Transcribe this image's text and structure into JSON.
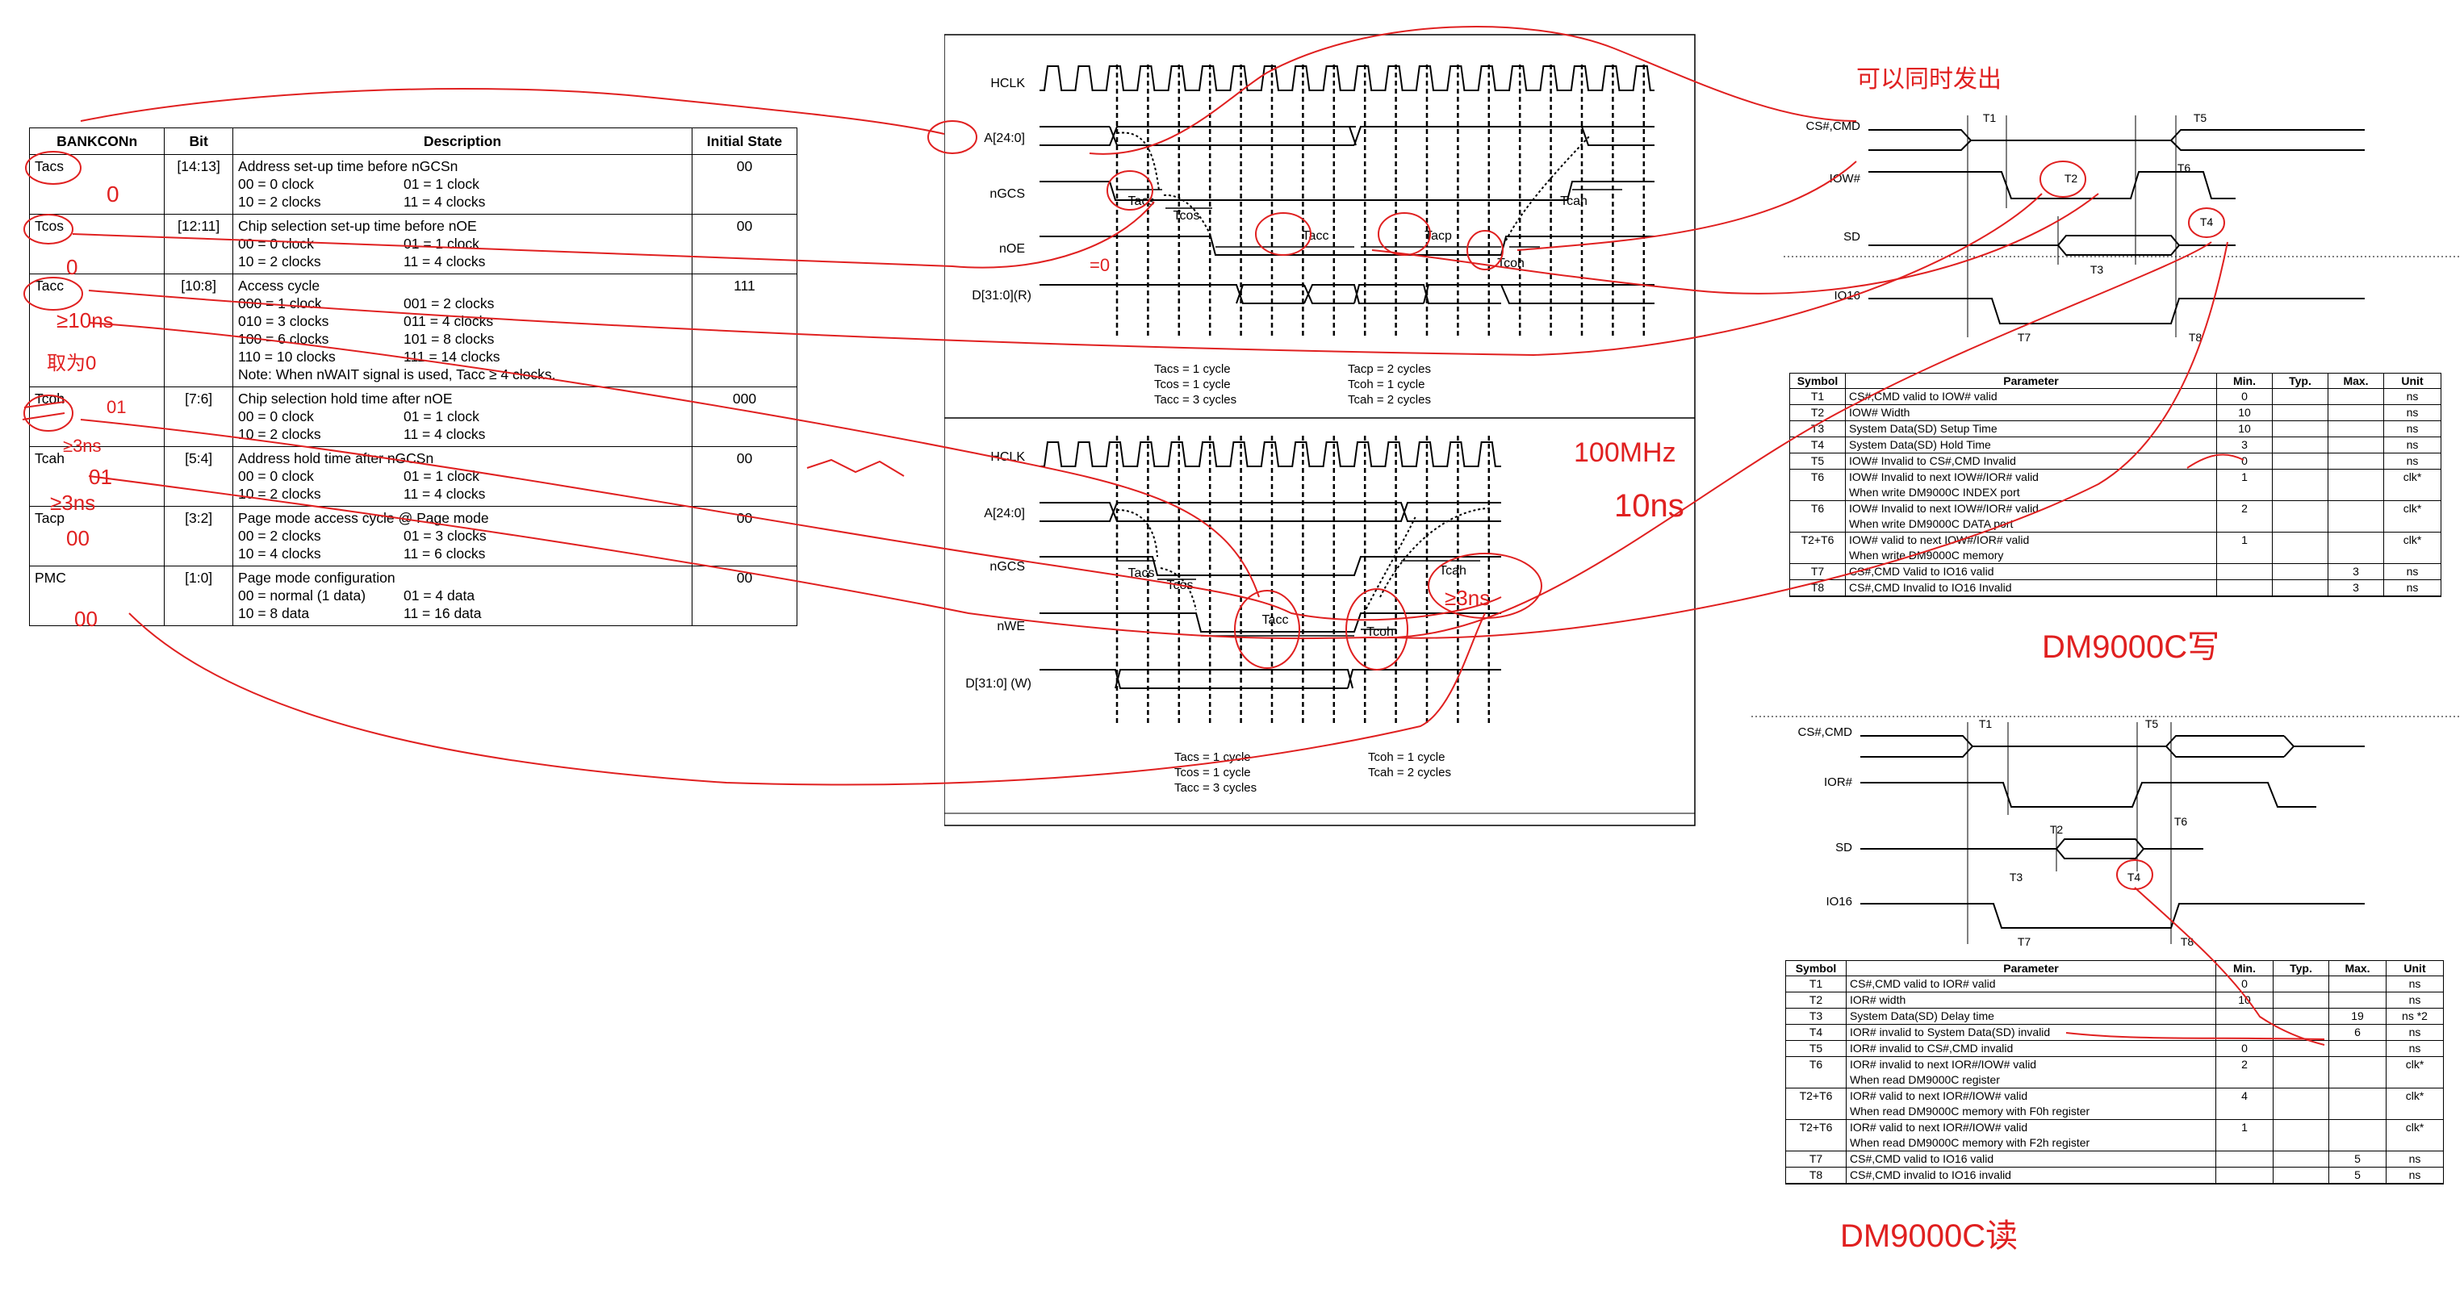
{
  "bankcon": {
    "headers": [
      "BANKCONn",
      "Bit",
      "Description",
      "Initial State"
    ],
    "rows": [
      {
        "name": "Tacs",
        "bit": "[14:13]",
        "title": "Address set-up time before nGCSn",
        "lines": [
          [
            "00 = 0 clock",
            "01 = 1 clock"
          ],
          [
            "10 = 2 clocks",
            "11 = 4 clocks"
          ]
        ],
        "note": "",
        "init": "00"
      },
      {
        "name": "Tcos",
        "bit": "[12:11]",
        "title": "Chip selection set-up time before nOE",
        "lines": [
          [
            "00 = 0 clock",
            "01 = 1 clock"
          ],
          [
            "10 = 2 clocks",
            "11 = 4 clocks"
          ]
        ],
        "note": "",
        "init": "00"
      },
      {
        "name": "Tacc",
        "bit": "[10:8]",
        "title": "Access cycle",
        "lines": [
          [
            "000 = 1 clock",
            "001 = 2 clocks"
          ],
          [
            "010 = 3 clocks",
            "011 = 4 clocks"
          ],
          [
            "100 = 6 clocks",
            "101 = 8 clocks"
          ],
          [
            "110 = 10 clocks",
            "111 = 14 clocks"
          ]
        ],
        "note": "Note: When nWAIT signal is used, Tacc ≥ 4 clocks.",
        "init": "111"
      },
      {
        "name": "Tcoh",
        "bit": "[7:6]",
        "title": "Chip selection hold time after nOE",
        "lines": [
          [
            "00 = 0 clock",
            "01 = 1 clock"
          ],
          [
            "10 = 2 clocks",
            "11 = 4 clocks"
          ]
        ],
        "note": "",
        "init": "000"
      },
      {
        "name": "Tcah",
        "bit": "[5:4]",
        "title": "Address hold time after nGCSn",
        "lines": [
          [
            "00 = 0 clock",
            "01 = 1 clock"
          ],
          [
            "10 = 2 clocks",
            "11 = 4 clocks"
          ]
        ],
        "note": "",
        "init": "00"
      },
      {
        "name": "Tacp",
        "bit": "[3:2]",
        "title": "Page mode access cycle @ Page mode",
        "lines": [
          [
            "00 = 2 clocks",
            "01 = 3 clocks"
          ],
          [
            "10 = 4 clocks",
            "11 = 6 clocks"
          ]
        ],
        "note": "",
        "init": "00"
      },
      {
        "name": "PMC",
        "bit": "[1:0]",
        "title": "Page mode configuration",
        "lines": [
          [
            "00 = normal (1 data)",
            "01 = 4 data"
          ],
          [
            "10 = 8 data",
            "11 = 16 data"
          ]
        ],
        "note": "",
        "init": "00"
      }
    ]
  },
  "read_timing": {
    "signals": [
      "HCLK",
      "A[24:0]",
      "nGCS",
      "nOE",
      "D[31:0](R)"
    ],
    "labels": {
      "tacs": "Tacs",
      "tcos": "Tcos",
      "tacc": "Tacc",
      "tacp": "Tacp",
      "tcoh": "Tcoh",
      "tcah": "Tcah"
    },
    "params": [
      "Tacs = 1 cycle",
      "Tcos = 1 cycle",
      "Tacc = 3 cycles",
      "Tacp = 2 cycles",
      "Tcoh = 1 cycle",
      "Tcah = 2 cycles"
    ]
  },
  "write_timing": {
    "signals": [
      "HCLK",
      "A[24:0]",
      "nGCS",
      "nWE",
      "D[31:0] (W)"
    ],
    "labels": {
      "tacs": "Tacs",
      "tcos": "Tcos",
      "tacc": "Tacc",
      "tcoh": "Tcoh",
      "tcah": "Tcah"
    },
    "params": [
      "Tacs = 1 cycle",
      "Tcos = 1 cycle",
      "Tacc = 3 cycles",
      "Tcoh = 1 cycle",
      "Tcah = 2 cycles"
    ]
  },
  "dm_write": {
    "signals": [
      "CS#,CMD",
      "IOW#",
      "SD",
      "IO16"
    ],
    "t_labels": [
      "T1",
      "T5",
      "T2",
      "T6",
      "T4",
      "T3",
      "T7",
      "T8"
    ],
    "headers": [
      "Symbol",
      "Parameter",
      "Min.",
      "Typ.",
      "Max.",
      "Unit"
    ],
    "rows": [
      {
        "sym": "T1",
        "param": [
          "CS#,CMD valid to IOW# valid"
        ],
        "min": "0",
        "typ": "",
        "max": "",
        "unit": "ns"
      },
      {
        "sym": "T2",
        "param": [
          "IOW# Width"
        ],
        "min": "10",
        "typ": "",
        "max": "",
        "unit": "ns"
      },
      {
        "sym": "T3",
        "param": [
          "System Data(SD) Setup Time"
        ],
        "min": "10",
        "typ": "",
        "max": "",
        "unit": "ns"
      },
      {
        "sym": "T4",
        "param": [
          "System Data(SD) Hold Time"
        ],
        "min": "3",
        "typ": "",
        "max": "",
        "unit": "ns"
      },
      {
        "sym": "T5",
        "param": [
          "IOW# Invalid to CS#,CMD Invalid"
        ],
        "min": "0",
        "typ": "",
        "max": "",
        "unit": "ns"
      },
      {
        "sym": "T6",
        "param": [
          "IOW# Invalid to next IOW#/IOR# valid",
          "When write DM9000C INDEX port"
        ],
        "min": "1",
        "typ": "",
        "max": "",
        "unit": "clk*"
      },
      {
        "sym": "T6",
        "param": [
          "IOW# Invalid to next IOW#/IOR# valid",
          "When write DM9000C DATA port"
        ],
        "min": "2",
        "typ": "",
        "max": "",
        "unit": "clk*"
      },
      {
        "sym": "T2+T6",
        "param": [
          "IOW# valid to next IOW#/IOR# valid",
          "When write DM9000C memory"
        ],
        "min": "1",
        "typ": "",
        "max": "",
        "unit": "clk*"
      },
      {
        "sym": "T7",
        "param": [
          "CS#,CMD Valid to IO16 valid"
        ],
        "min": "",
        "typ": "",
        "max": "3",
        "unit": "ns"
      },
      {
        "sym": "T8",
        "param": [
          "CS#,CMD Invalid to IO16 Invalid"
        ],
        "min": "",
        "typ": "",
        "max": "3",
        "unit": "ns"
      }
    ]
  },
  "dm_read": {
    "signals": [
      "CS#,CMD",
      "IOR#",
      "SD",
      "IO16"
    ],
    "t_labels": [
      "T1",
      "T5",
      "T2",
      "T6",
      "T3",
      "T4",
      "T7",
      "T8"
    ],
    "headers": [
      "Symbol",
      "Parameter",
      "Min.",
      "Typ.",
      "Max.",
      "Unit"
    ],
    "rows": [
      {
        "sym": "T1",
        "param": [
          "CS#,CMD valid to IOR# valid"
        ],
        "min": "0",
        "typ": "",
        "max": "",
        "unit": "ns"
      },
      {
        "sym": "T2",
        "param": [
          "IOR# width"
        ],
        "min": "10",
        "typ": "",
        "max": "",
        "unit": "ns"
      },
      {
        "sym": "T3",
        "param": [
          "System Data(SD) Delay time"
        ],
        "min": "",
        "typ": "",
        "max": "19",
        "unit": "ns *2"
      },
      {
        "sym": "T4",
        "param": [
          "IOR# invalid to System Data(SD) invalid"
        ],
        "min": "",
        "typ": "",
        "max": "6",
        "unit": "ns"
      },
      {
        "sym": "T5",
        "param": [
          "IOR# invalid to CS#,CMD invalid"
        ],
        "min": "0",
        "typ": "",
        "max": "",
        "unit": "ns"
      },
      {
        "sym": "T6",
        "param": [
          "IOR# invalid to next IOR#/IOW# valid",
          "When read DM9000C register"
        ],
        "min": "2",
        "typ": "",
        "max": "",
        "unit": "clk*"
      },
      {
        "sym": "T2+T6",
        "param": [
          "IOR# valid to next IOR#/IOW# valid",
          "When read DM9000C memory with F0h register"
        ],
        "min": "4",
        "typ": "",
        "max": "",
        "unit": "clk*"
      },
      {
        "sym": "T2+T6",
        "param": [
          "IOR# valid to next IOR#/IOW# valid",
          "When read DM9000C memory with F2h register"
        ],
        "min": "1",
        "typ": "",
        "max": "",
        "unit": "clk*"
      },
      {
        "sym": "T7",
        "param": [
          "CS#,CMD valid to IO16 valid"
        ],
        "min": "",
        "typ": "",
        "max": "5",
        "unit": "ns"
      },
      {
        "sym": "T8",
        "param": [
          "CS#,CMD invalid to IO16 invalid"
        ],
        "min": "",
        "typ": "",
        "max": "5",
        "unit": "ns"
      }
    ]
  },
  "annotations": {
    "top": "可以同时发出",
    "freq": "100MHz",
    "period": "10ns",
    "dm_write_caption": "DM9000C写",
    "dm_read_caption": "DM9000C读",
    "tacc_note1": "≥10ns",
    "tacc_note2": "取为0",
    "tcoh_note": "≥3ns",
    "tcah_note": "≥3ns",
    "tcah_val": "01",
    "tacp_val": "00",
    "pmc_val": "00",
    "tcoh_val": "01",
    "tacs_val": "0",
    "tcos_val": "0",
    "tcah_write_note": "≥3ns",
    "zero_note": "=0",
    "colors": {
      "ink": "#e02020",
      "text": "#000000"
    }
  }
}
